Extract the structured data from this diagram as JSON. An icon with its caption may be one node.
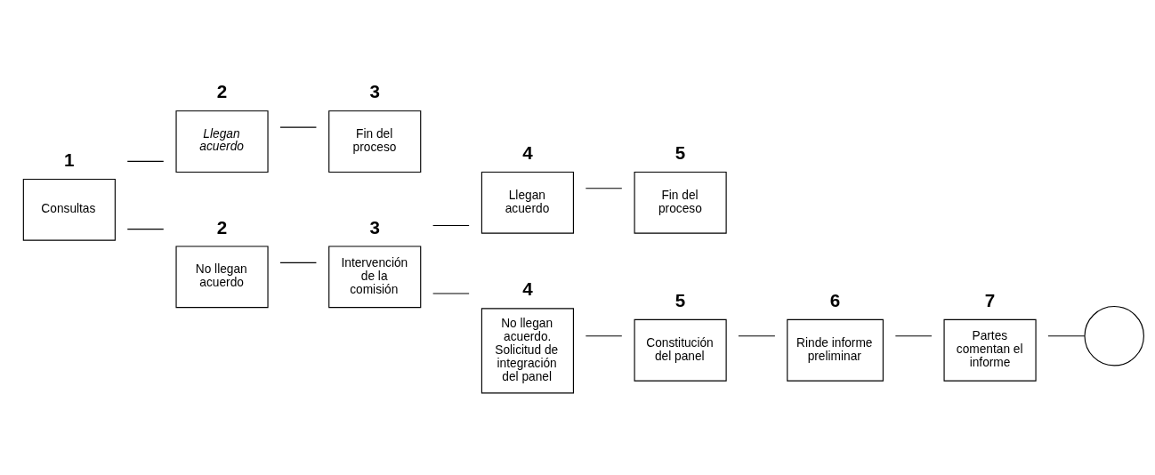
{
  "diagram": {
    "nodes": [
      {
        "text": [
          "Consultas"
        ],
        "beside": [
          "1"
        ]
      },
      {
        "text": [
          "Llegan acuerdo"
        ],
        "beside": [
          "2"
        ]
      },
      {
        "text": [
          "Fin del proceso"
        ],
        "beside": [
          "3"
        ]
      },
      {
        "text": [
          "No llegan acuerdo"
        ],
        "beside": [
          "2"
        ]
      },
      {
        "text": [
          "Intervención de la comisión"
        ],
        "beside": [
          "3"
        ]
      },
      {
        "text": [
          "Llegan acuerdo"
        ],
        "beside": [
          "4"
        ]
      },
      {
        "text": [
          "Fin del proceso"
        ],
        "beside": [
          "5"
        ]
      },
      {
        "text": [
          "No llegan acuerdo. Solicitud de integración del panel"
        ],
        "beside": [
          "4"
        ]
      },
      {
        "text": [
          "Constitución del panel"
        ],
        "beside": [
          "5"
        ]
      },
      {
        "text": [
          "Rinde informe preliminar"
        ],
        "beside": [
          "6"
        ]
      },
      {
        "text": [
          "Partes comentan el informe"
        ],
        "beside": [
          "7"
        ]
      },
      {
        "text": [],
        "shape": "circle"
      }
    ],
    "edges": [
      {
        "from": 0,
        "to": 1,
        "arrow": "none"
      },
      {
        "from": 0,
        "to": 3,
        "arrow": "none"
      },
      {
        "from": 1,
        "to": 2,
        "arrow": "none"
      },
      {
        "from": 3,
        "to": 4,
        "arrow": "none"
      },
      {
        "from": 4,
        "to": 5,
        "arrow": "none"
      },
      {
        "from": 4,
        "to": 7,
        "arrow": "none"
      },
      {
        "from": 5,
        "to": 6,
        "arrow": "none"
      },
      {
        "from": 7,
        "to": 8,
        "arrow": "none"
      },
      {
        "from": 8,
        "to": 9,
        "arrow": "none"
      },
      {
        "from": 9,
        "to": 10,
        "arrow": "none"
      },
      {
        "from": 10,
        "to": 11,
        "arrow": "none"
      }
    ]
  }
}
